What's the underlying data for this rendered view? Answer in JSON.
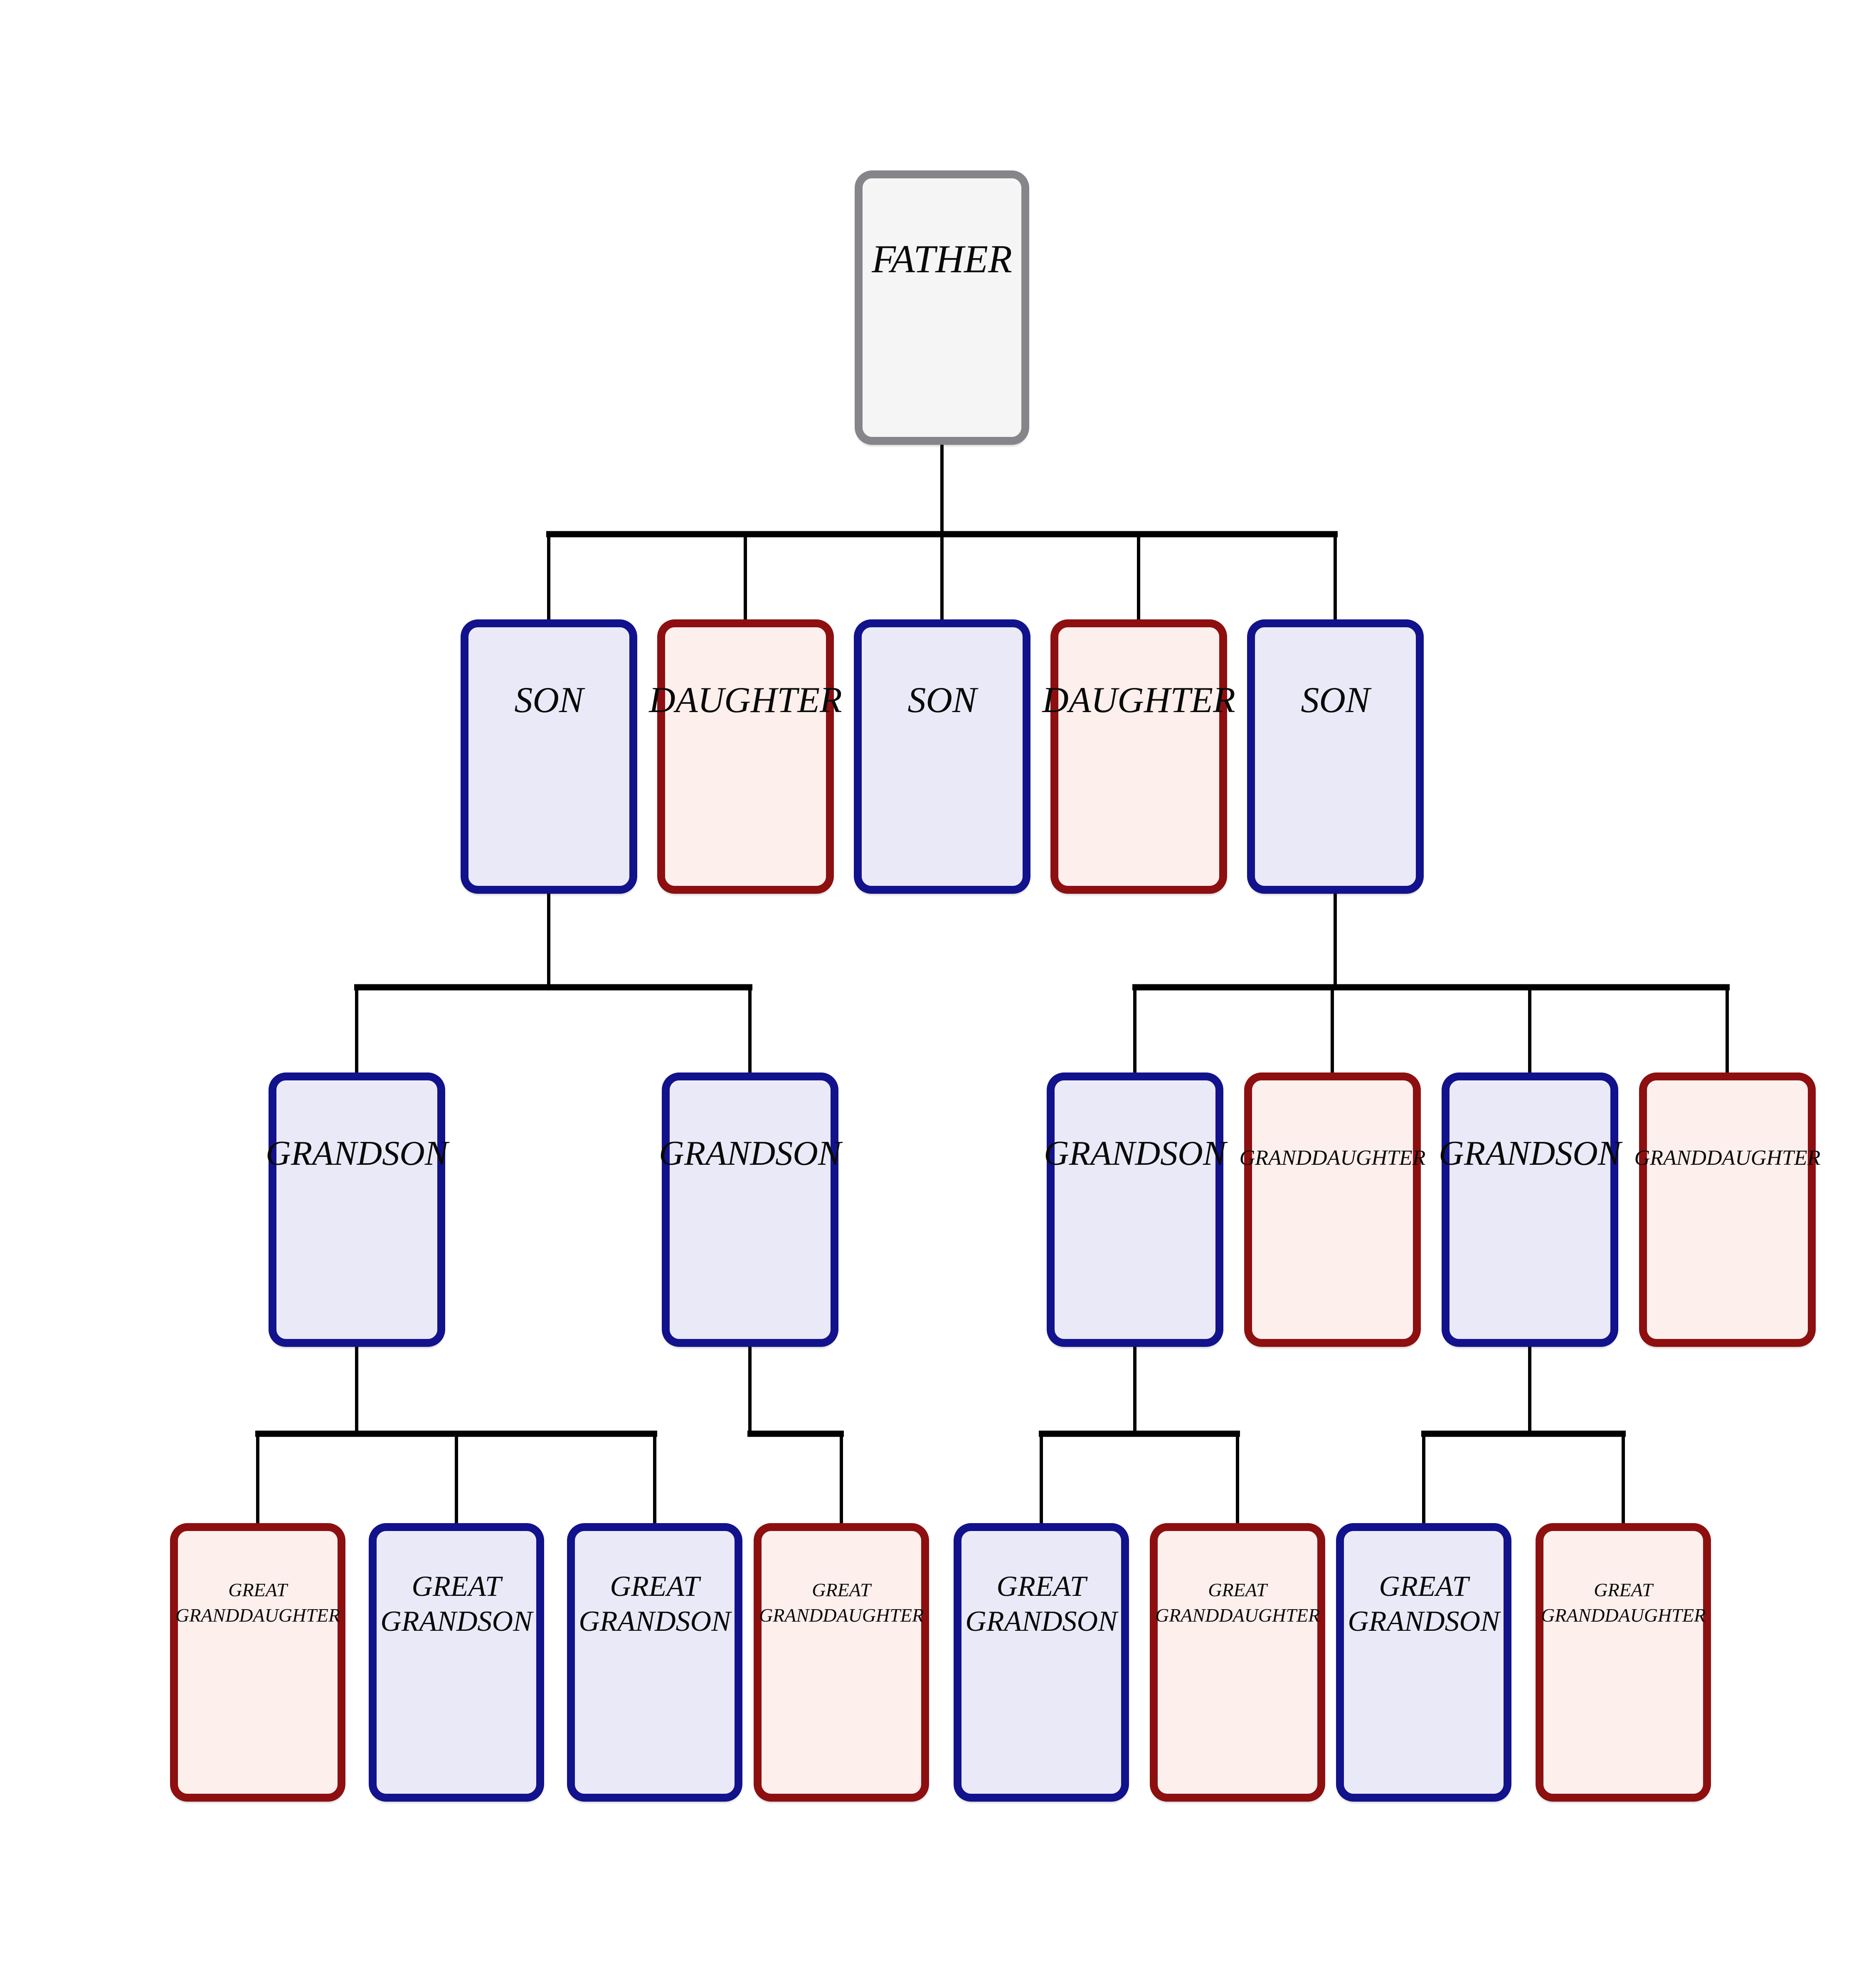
{
  "colors": {
    "male_border": "#12128C",
    "male_fill": "#E9E9F7",
    "female_border": "#8E0F10",
    "female_fill": "#FCEFEC",
    "root_border": "#85858A",
    "root_fill": "#F5F5F6",
    "line": "#000000"
  },
  "tree": {
    "root": {
      "label": "FATHER"
    },
    "generation2": [
      {
        "label": "SON",
        "gender": "male"
      },
      {
        "label": "DAUGHTER",
        "gender": "female"
      },
      {
        "label": "SON",
        "gender": "male"
      },
      {
        "label": "DAUGHTER",
        "gender": "female"
      },
      {
        "label": "SON",
        "gender": "male"
      }
    ],
    "generation3": [
      {
        "label": "GRANDSON",
        "gender": "male"
      },
      {
        "label": "GRANDSON",
        "gender": "male"
      },
      {
        "label": "GRANDSON",
        "gender": "male"
      },
      {
        "label": "GRANDDAUGHTER",
        "gender": "female"
      },
      {
        "label": "GRANDSON",
        "gender": "male"
      },
      {
        "label": "GRANDDAUGHTER",
        "gender": "female"
      }
    ],
    "generation4": [
      {
        "line1": "GREAT",
        "line2": "GRANDDAUGHTER",
        "gender": "female"
      },
      {
        "line1": "GREAT",
        "line2": "GRANDSON",
        "gender": "male"
      },
      {
        "line1": "GREAT",
        "line2": "GRANDSON",
        "gender": "male"
      },
      {
        "line1": "GREAT",
        "line2": "GRANDDAUGHTER",
        "gender": "female"
      },
      {
        "line1": "GREAT",
        "line2": "GRANDSON",
        "gender": "male"
      },
      {
        "line1": "GREAT",
        "line2": "GRANDDAUGHTER",
        "gender": "female"
      },
      {
        "line1": "GREAT",
        "line2": "GRANDSON",
        "gender": "male"
      },
      {
        "line1": "GREAT",
        "line2": "GRANDDAUGHTER",
        "gender": "female"
      }
    ]
  }
}
